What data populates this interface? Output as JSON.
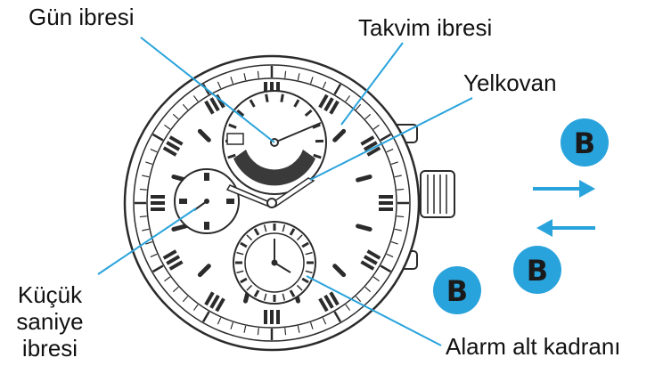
{
  "labels": {
    "day_hand": "Gün ibresi",
    "calendar_hand": "Takvim ibresi",
    "minute_hand": "Yelkovan",
    "small_second_line1": "Küçük",
    "small_second_line2": "saniye",
    "small_second_line3": "ibresi",
    "alarm_subdial": "Alarm alt kadranı"
  },
  "badges": {
    "top": "B",
    "bottom_right": "B",
    "bottom_left": "B"
  },
  "colors": {
    "leader_line": "#29a3dc",
    "badge_fill": "#29a3dc",
    "arrow": "#29a3dc",
    "watch_ink": "#2b2b2b"
  },
  "icons": {
    "arrow_right": "arrow-right-icon",
    "arrow_left": "arrow-left-icon"
  }
}
